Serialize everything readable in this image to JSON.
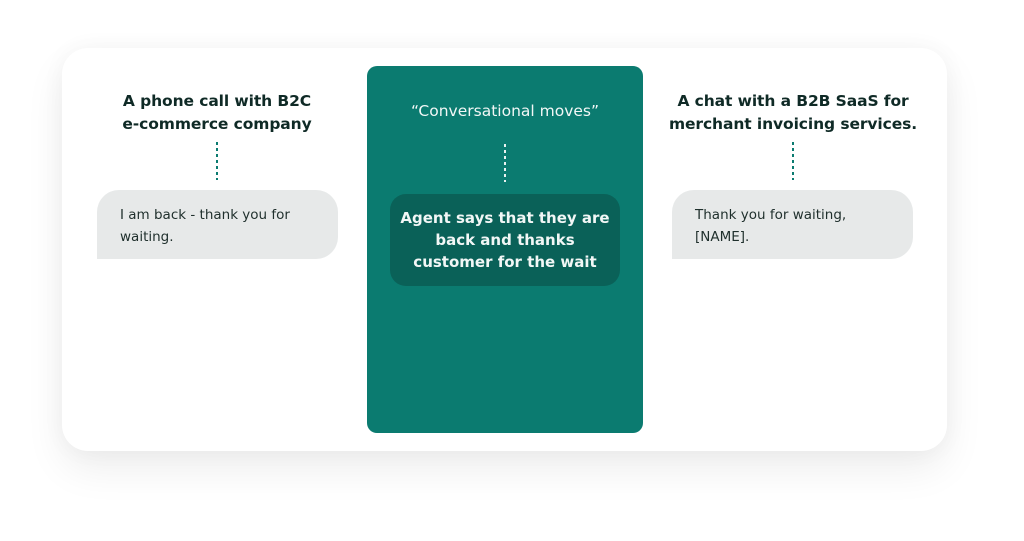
{
  "left_column": {
    "title_line1": "A phone call with B2C",
    "title_line2": "e-commerce company",
    "message": "I am back - thank you for waiting."
  },
  "center_column": {
    "title": "“Conversational moves”",
    "description": "Agent says that they are back and thanks customer for the wait"
  },
  "right_column": {
    "title_line1": "A chat with a B2B SaaS for",
    "title_line2": "merchant invoicing services.",
    "message": "Thank you for waiting, [NAME]."
  },
  "colors": {
    "teal_panel": "#0b7b70",
    "teal_inner": "#0a6158",
    "bubble_gray": "#e7e9e9",
    "dotted_line": "#0b7b70"
  }
}
